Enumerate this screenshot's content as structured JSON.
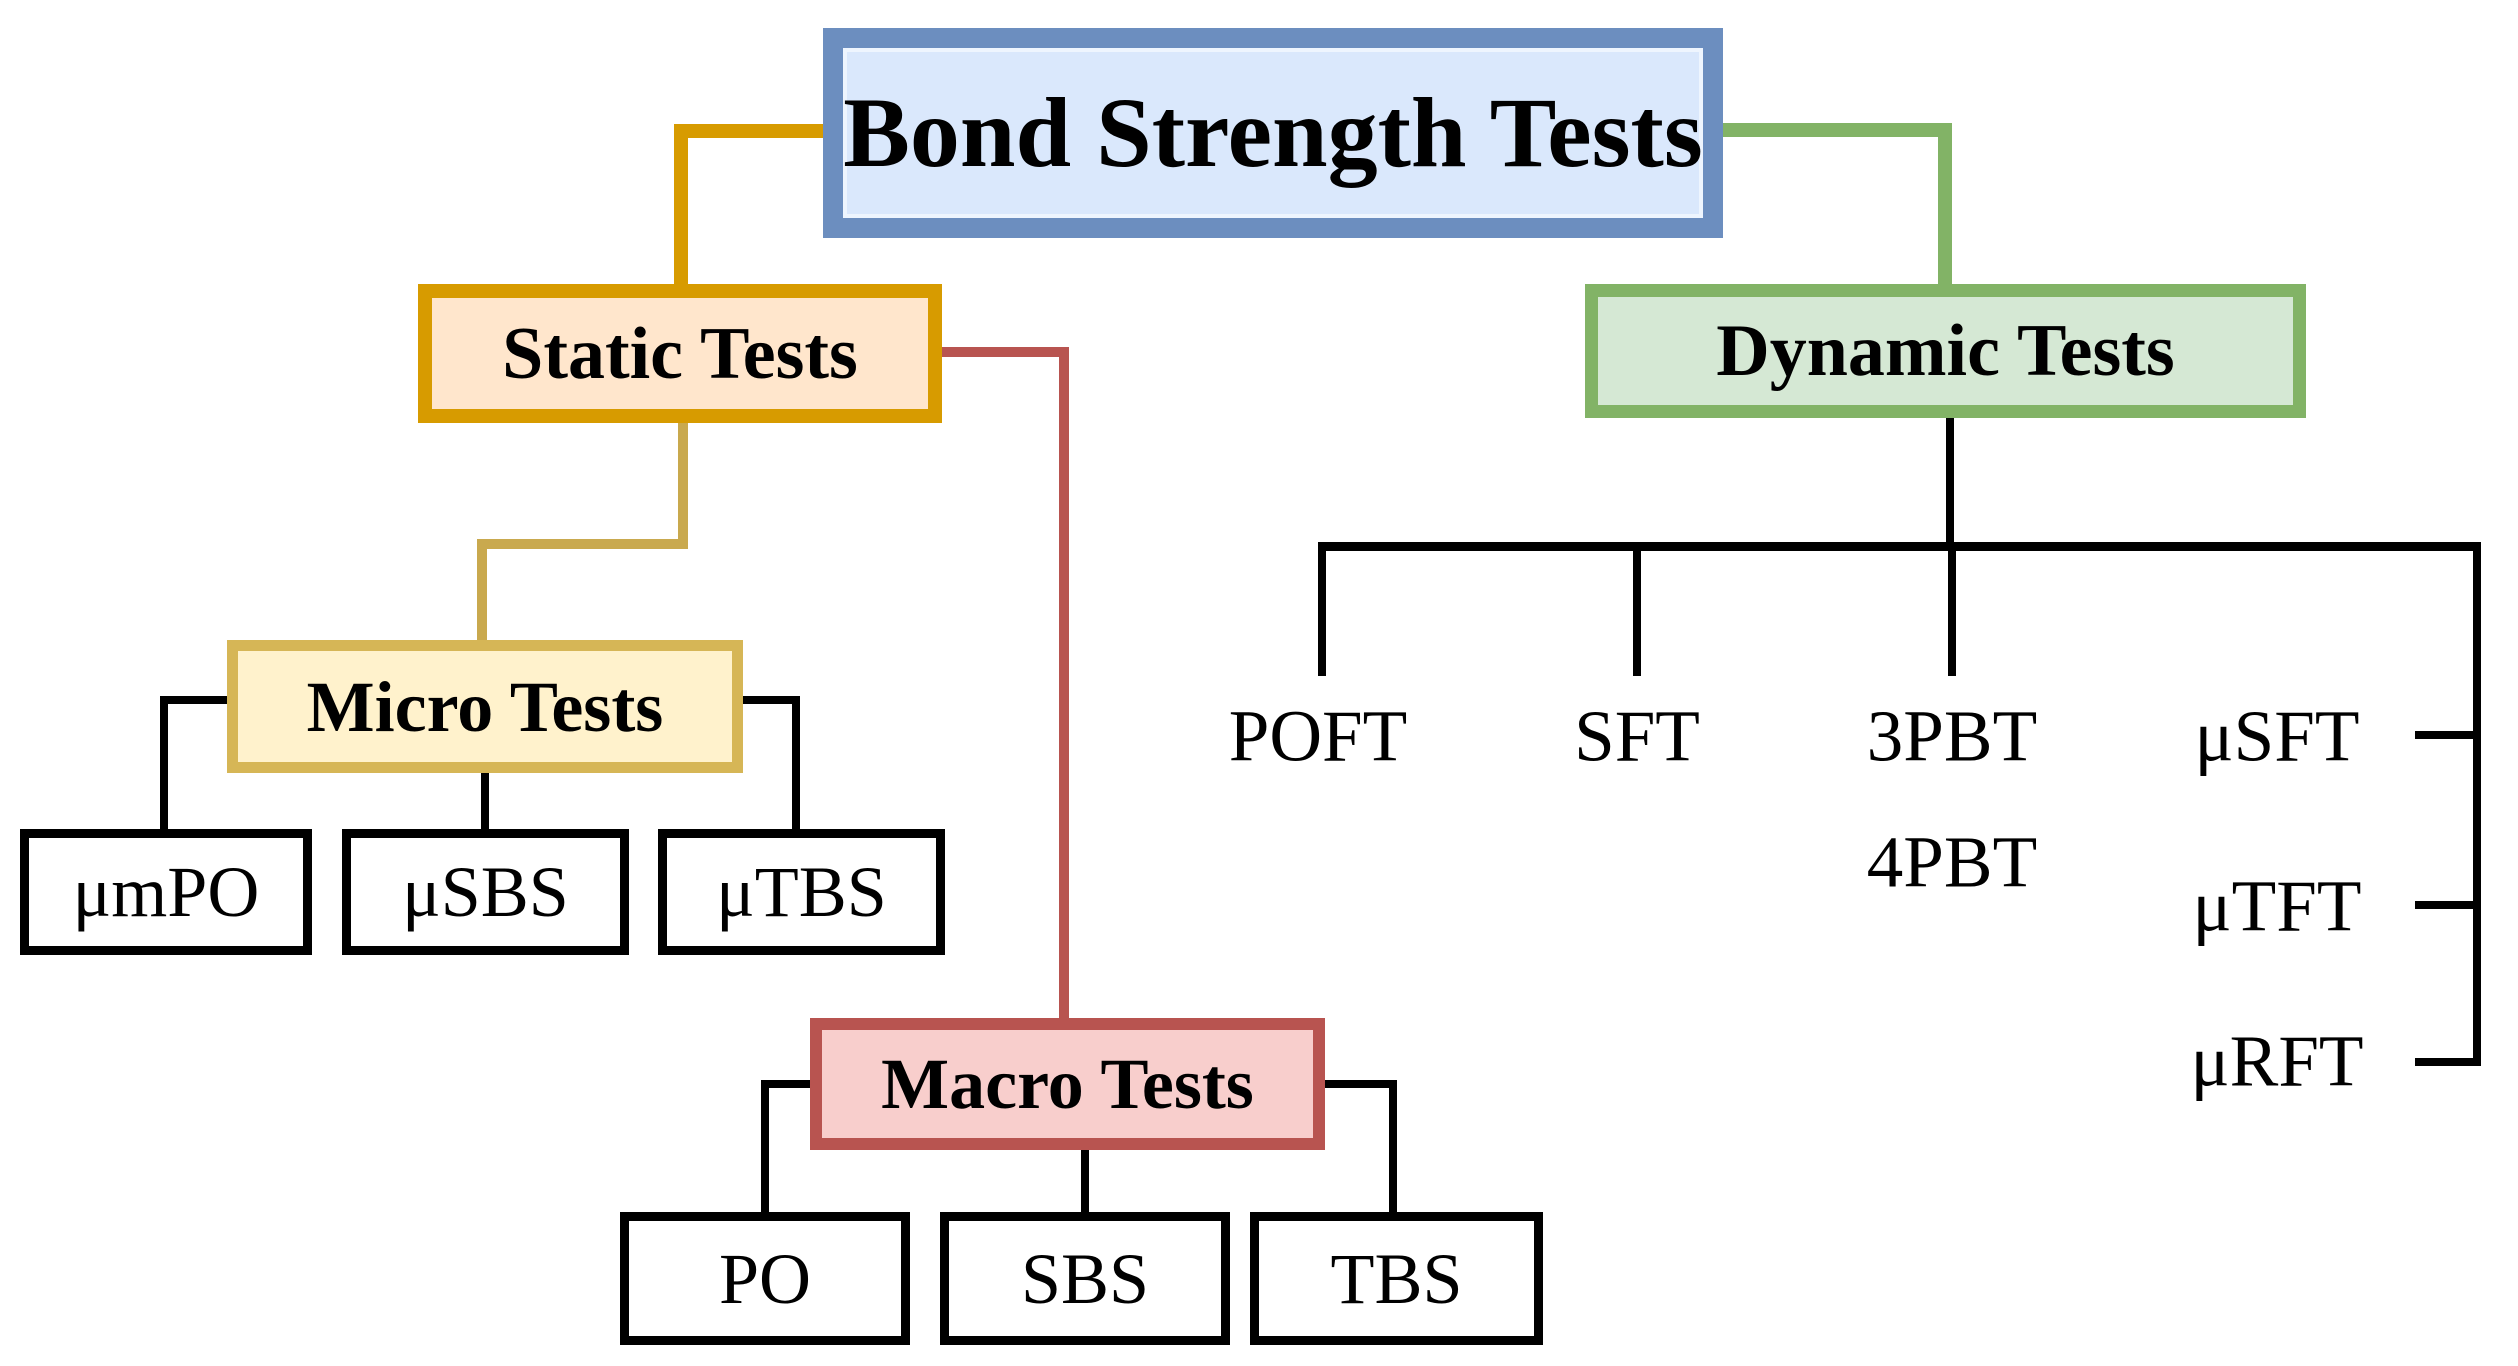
{
  "diagram": {
    "title_node": {
      "label": "Bond Strength Tests"
    },
    "static_node": {
      "label": "Static Tests"
    },
    "dynamic_node": {
      "label": "Dynamic Tests"
    },
    "micro_node": {
      "label": "Micro Tests"
    },
    "macro_node": {
      "label": "Macro Tests"
    },
    "micro_children": [
      {
        "label": "μmPO"
      },
      {
        "label": "μSBS"
      },
      {
        "label": "μTBS"
      }
    ],
    "macro_children": [
      {
        "label": "PO"
      },
      {
        "label": "SBS"
      },
      {
        "label": "TBS"
      }
    ],
    "dynamic_children": [
      {
        "label": "POFT"
      },
      {
        "label": "SFT"
      },
      {
        "label": "3PBT"
      },
      {
        "label": "4PBT"
      },
      {
        "label": "μSFT"
      },
      {
        "label": "μTFT"
      },
      {
        "label": "μRFT"
      }
    ],
    "palette": {
      "root_fill": "#dae8fc",
      "root_stroke": "#6c8ebf",
      "static_fill": "#ffe6cc",
      "static_stroke": "#d79b00",
      "micro_fill": "#fff2cc",
      "micro_stroke": "#d6b656",
      "macro_fill": "#f8cecc",
      "macro_stroke": "#b85450",
      "dynamic_fill": "#d5e8d4",
      "dynamic_stroke": "#82b366",
      "connector_black": "#000000",
      "leaf_fill": "#ffffff",
      "text": "#000000"
    }
  }
}
